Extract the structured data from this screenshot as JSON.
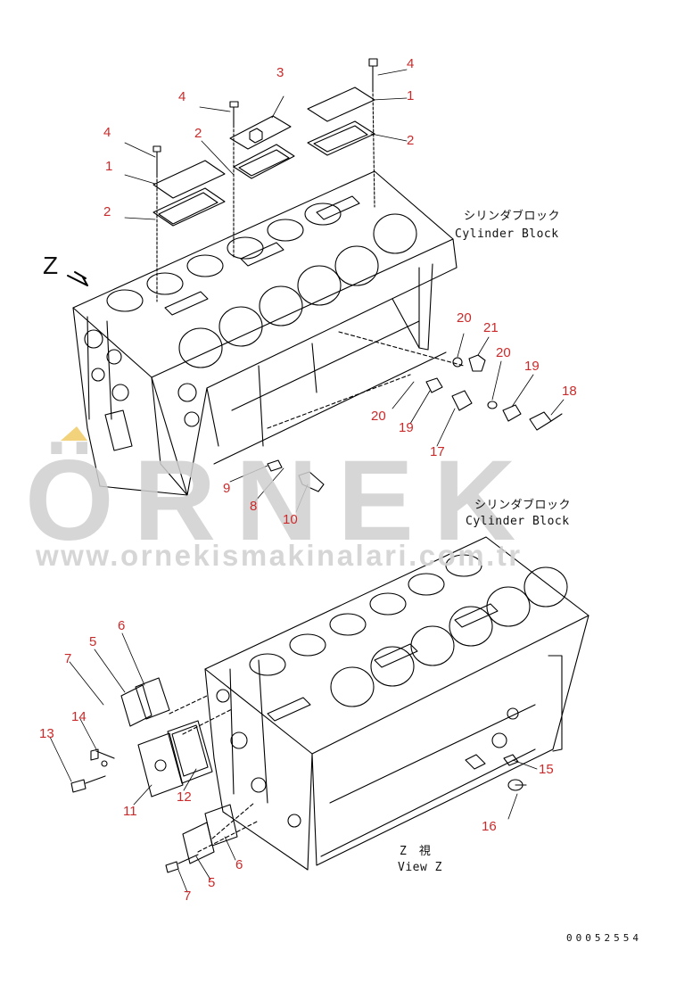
{
  "figure": {
    "view_z_mark": "Z",
    "upper_caption": {
      "jp": "シリンダブロック",
      "en": "Cylinder Block"
    },
    "lower_caption": {
      "jp": "シリンダブロック",
      "en": "Cylinder Block"
    },
    "view_caption": {
      "jp": "Z　視",
      "en": "View Z"
    },
    "drawing_number": "00052554"
  },
  "watermark": {
    "brand": "ÖRNEK",
    "url": "www.ornekismakinalari.com.tr",
    "accent_color": "#f2d27a"
  },
  "callouts": [
    {
      "id": "c1",
      "label": "4"
    },
    {
      "id": "c2",
      "label": "1"
    },
    {
      "id": "c3",
      "label": "2"
    },
    {
      "id": "c4",
      "label": "3"
    },
    {
      "id": "c5",
      "label": "4"
    },
    {
      "id": "c6",
      "label": "2"
    },
    {
      "id": "c7",
      "label": "4"
    },
    {
      "id": "c8",
      "label": "1"
    },
    {
      "id": "c9",
      "label": "2"
    },
    {
      "id": "c10",
      "label": "20"
    },
    {
      "id": "c11",
      "label": "21"
    },
    {
      "id": "c12",
      "label": "20"
    },
    {
      "id": "c13",
      "label": "19"
    },
    {
      "id": "c14",
      "label": "18"
    },
    {
      "id": "c15",
      "label": "20"
    },
    {
      "id": "c16",
      "label": "19"
    },
    {
      "id": "c17",
      "label": "17"
    },
    {
      "id": "c18",
      "label": "9"
    },
    {
      "id": "c19",
      "label": "8"
    },
    {
      "id": "c20",
      "label": "10"
    },
    {
      "id": "c21",
      "label": "6"
    },
    {
      "id": "c22",
      "label": "5"
    },
    {
      "id": "c23",
      "label": "7"
    },
    {
      "id": "c24",
      "label": "14"
    },
    {
      "id": "c25",
      "label": "13"
    },
    {
      "id": "c26",
      "label": "11"
    },
    {
      "id": "c27",
      "label": "12"
    },
    {
      "id": "c28",
      "label": "6"
    },
    {
      "id": "c29",
      "label": "5"
    },
    {
      "id": "c30",
      "label": "7"
    },
    {
      "id": "c31",
      "label": "15"
    },
    {
      "id": "c32",
      "label": "16"
    }
  ]
}
